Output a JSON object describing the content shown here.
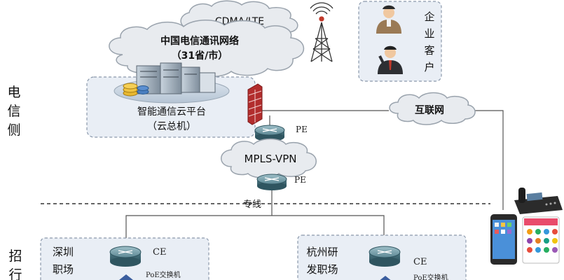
{
  "diagram": {
    "cloud_cdma": "CDMA/LTE",
    "cloud_telecom_line1": "中国电信通讯网络",
    "cloud_telecom_line2": "（31省/市）",
    "platform_line1": "智能通信云平台",
    "platform_line2": "（云总机）",
    "enterprise_customer_chars": [
      "企",
      "业",
      "客",
      "户"
    ],
    "internet": "互联网",
    "pe_label": "PE",
    "mpls": "MPLS-VPN",
    "dedicated_line": "专线",
    "side_telecom_chars": [
      "电",
      "信",
      "侧"
    ],
    "side_bottom_chars": [
      "招",
      "行"
    ],
    "shenzhen_line1": "深圳",
    "shenzhen_line2": "职场",
    "hangzhou_line1": "杭州研",
    "hangzhou_line2": "发职场",
    "ce_label": "CE",
    "poe_switch": "PoE交换机"
  },
  "colors": {
    "cloud_fill": "#e8ebef",
    "cloud_stroke": "#9aa3ad",
    "dashed_box_fill": "#e9eef5",
    "dashed_box_stroke": "#8a98ab",
    "router_body": "#5f8a96",
    "firewall": "#b22d2d",
    "line": "#555555"
  }
}
